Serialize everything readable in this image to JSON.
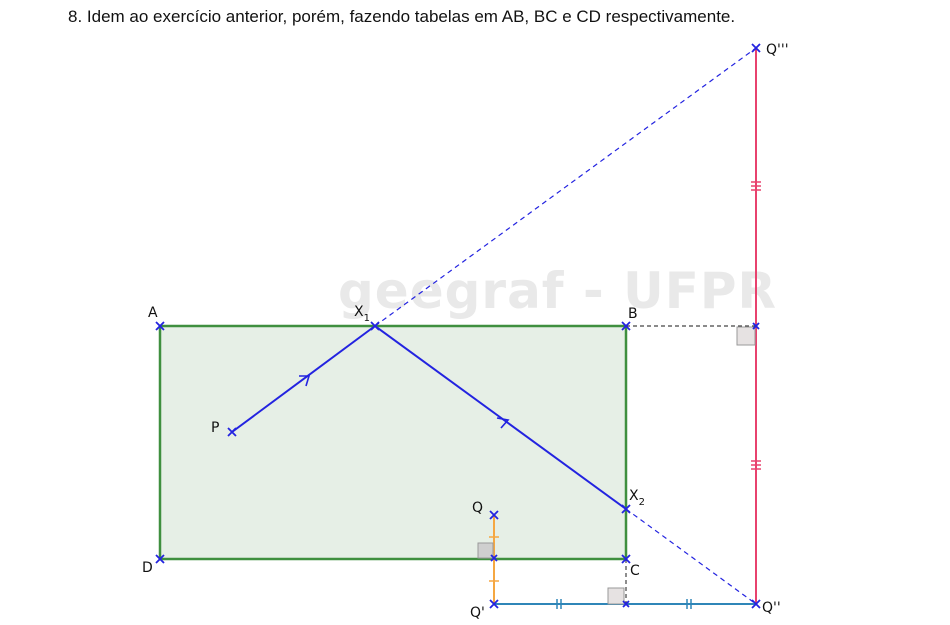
{
  "heading": "8. Idem ao exercício anterior, porém, fazendo tabelas em AB, BC e CD respectivamente.",
  "watermark": "geegraf - UFPR",
  "points": {
    "A": "A",
    "B": "B",
    "C": "C",
    "D": "D",
    "P": "P",
    "Q": "Q",
    "Q1": "Q'",
    "Q2": "Q''",
    "Q3": "Q'''",
    "X1": "X",
    "X1_sub": "1",
    "X2": "X",
    "X2_sub": "2"
  },
  "colors": {
    "rect_fill": "#e6efe6",
    "rect_stroke": "#3f8f3f",
    "path": "#2323e0",
    "pink": "#e8426e",
    "teal": "#2f86b8",
    "orange": "#f5a742",
    "dashed_gray": "#444444",
    "right_angle_fill": "#e6e2e2"
  }
}
